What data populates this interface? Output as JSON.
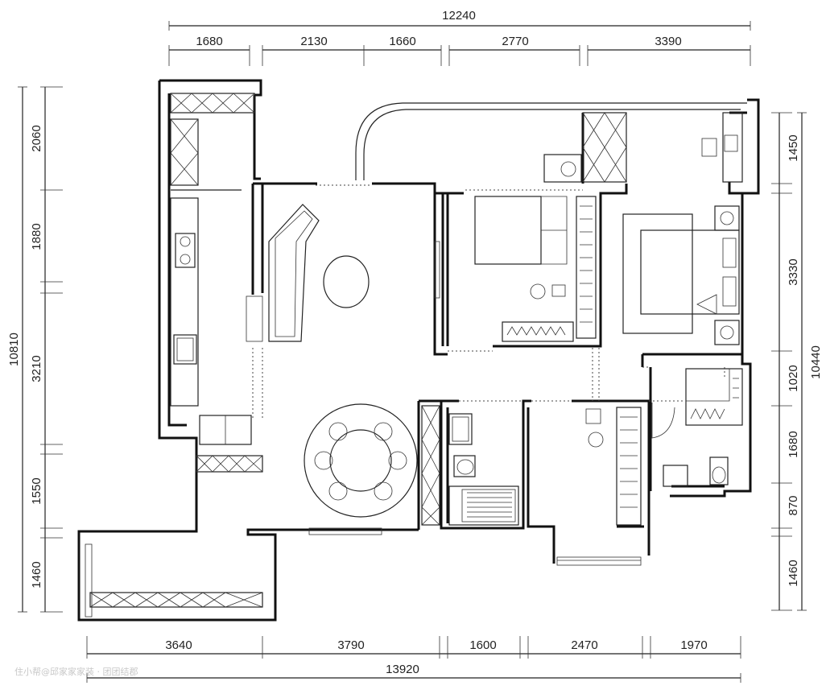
{
  "dimensions": {
    "top_total": "12240",
    "top": [
      "1680",
      "2130",
      "1660",
      "2770",
      "3390"
    ],
    "bottom": [
      "3640",
      "3790",
      "1600",
      "2470",
      "1970"
    ],
    "bottom_total": "13920",
    "left_total": "10810",
    "left": [
      "2060",
      "1880",
      "3210",
      "1550",
      "1460"
    ],
    "right_total": "10440",
    "right": [
      "1450",
      "3330",
      "1020",
      "1680",
      "870",
      "1460"
    ]
  },
  "watermark": "住小帮@邱家家家装 · 团团结郡"
}
